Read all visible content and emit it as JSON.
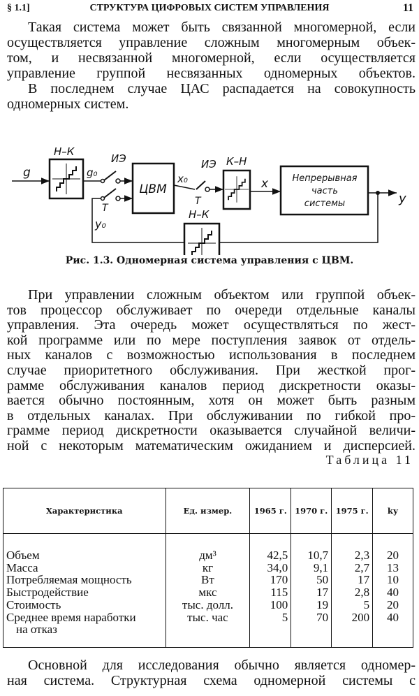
{
  "header": {
    "section": "§ 1.1]",
    "title": "СТРУКТУРА ЦИФРОВЫХ СИСТЕМ УПРАВЛЕНИЯ",
    "page_number": "11"
  },
  "paragraph1": [
    "Такая система может быть связанной многомерной, если",
    "осуществляется управление сложным многомерным объек-",
    "том, и несвязанной многомерной, если осуществляется",
    "управление группой несвязанных одномерных объектов."
  ],
  "paragraph2": [
    "В последнем случае ЦАС распадается на совокупность",
    "одномерных систем."
  ],
  "figure": {
    "labels": {
      "input": "g",
      "nk1": "Н–К",
      "g0": "g₀",
      "ie1": "ИЭ",
      "t1": "T",
      "y0": "y₀",
      "cvm": "ЦВМ",
      "x0": "x₀",
      "ie2": "ИЭ",
      "t2": "T",
      "kn": "К–Н",
      "x": "x",
      "plant1": "Непрерывная",
      "plant2": "часть",
      "plant3": "системы",
      "output": "y",
      "nk2": "Н–К"
    },
    "caption": "Рис. 1.3. Одномерная система управления с ЦВМ."
  },
  "paragraph3": [
    "При управлении сложным объектом или группой объек-",
    "тов процессор обслуживает по очереди отдельные каналы",
    "управления. Эта очередь может осуществляться по жест-",
    "кой программе или по мере поступления заявок от отдель-",
    "ных каналов с возможностью использования в последнем",
    "случае приоритетного обслуживания. При жесткой прог-",
    "рамме обслуживания каналов период дискретности оказы-",
    "вается обычно постоянным, хотя он может быть разным",
    "в отдельных каналах. При обслуживании по гибкой про-",
    "грамме период дискретности оказывается случайной величи-",
    "ной с некоторым математическим ожиданием и дисперсией."
  ],
  "table": {
    "title": "Таблица 11",
    "headers": [
      "Характеристика",
      "Ед. измер.",
      "1965 г.",
      "1970 г.",
      "1975 г.",
      "kу"
    ],
    "rows": [
      [
        "Объем",
        "дм³",
        "42,5",
        "10,7",
        "2,3",
        "20"
      ],
      [
        "Масса",
        "кг",
        "34,0",
        "9,1",
        "2,7",
        "13"
      ],
      [
        "Потребляемая мощность",
        "Вт",
        "170",
        "50",
        "17",
        "10"
      ],
      [
        "Быстродействие",
        "мкс",
        "115",
        "17",
        "2,8",
        "40"
      ],
      [
        "Стоимость",
        "тыс. долл.",
        "100",
        "19",
        "5",
        "20"
      ],
      [
        "Среднее время наработки",
        "тыс. час",
        "5",
        "70",
        "200",
        "40"
      ]
    ],
    "row_continuation": "на отказ"
  },
  "paragraph4": [
    "Основной для исследования обычно является одномер-",
    "ная система. Структурная схема одномерной системы с"
  ]
}
